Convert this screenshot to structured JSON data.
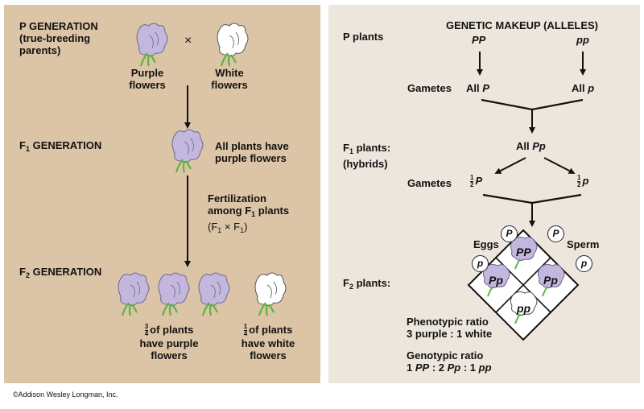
{
  "left": {
    "p_generation": {
      "line1": "P GENERATION",
      "line2": "(true-breeding",
      "line3": "parents)"
    },
    "cross_symbol": "×",
    "purple_label": {
      "line1": "Purple",
      "line2": "flowers"
    },
    "white_label": {
      "line1": "White",
      "line2": "flowers"
    },
    "f1_generation": {
      "prefix": "F",
      "sub": "1",
      "rest": " GENERATION"
    },
    "f1_desc": {
      "line1": "All plants have",
      "line2": "purple flowers"
    },
    "fertilization": {
      "line1": "Fertilization",
      "line2_prefix": "among F",
      "line2_sub": "1",
      "line2_rest": " plants",
      "line3_a": "(F",
      "line3_sub1": "1",
      "line3_mid": " × F",
      "line3_sub2": "1",
      "line3_end": ")"
    },
    "f2_generation": {
      "prefix": "F",
      "sub": "2",
      "rest": " GENERATION"
    },
    "f2_purple": {
      "num": "3",
      "den": "4",
      "line1": "of plants",
      "line2": "have purple",
      "line3": "flowers"
    },
    "f2_white": {
      "num": "1",
      "den": "4",
      "line1": "of plants",
      "line2": "have white",
      "line3": "flowers"
    }
  },
  "right": {
    "header": "GENETIC MAKEUP (ALLELES)",
    "p_plants": "P plants",
    "pp_dom": "PP",
    "pp_rec": "pp",
    "gametes_label": "Gametes",
    "all_label": "All",
    "allele_P": "P",
    "allele_p": "p",
    "f1_plants": {
      "prefix": "F",
      "sub": "1",
      "rest": " plants:",
      "line2": "(hybrids)"
    },
    "f1_all": "All",
    "f1_genotype": "Pp",
    "half_num": "1",
    "half_den": "2",
    "eggs": "Eggs",
    "sperm": "Sperm",
    "f2_plants": {
      "prefix": "F",
      "sub": "2",
      "rest": " plants:"
    },
    "punnett": {
      "top": "PP",
      "left": "Pp",
      "right": "Pp",
      "bottom": "pp"
    },
    "phenotypic": {
      "line1": "Phenotypic ratio",
      "line2": "3 purple : 1 white"
    },
    "genotypic": {
      "line1": "Genotypic ratio",
      "g1n": "1",
      "g1": "PP",
      "sep1": " : 2 ",
      "g2": "Pp",
      "sep2": " : 1 ",
      "g3": "pp"
    }
  },
  "copyright": "©Addison Wesley Longman, Inc.",
  "colors": {
    "left_bg": "#dcc5a6",
    "right_bg": "#ede6dd",
    "purple_flower": "#c3b7dd",
    "white_flower": "#ffffff",
    "stem": "#5cb33f"
  }
}
